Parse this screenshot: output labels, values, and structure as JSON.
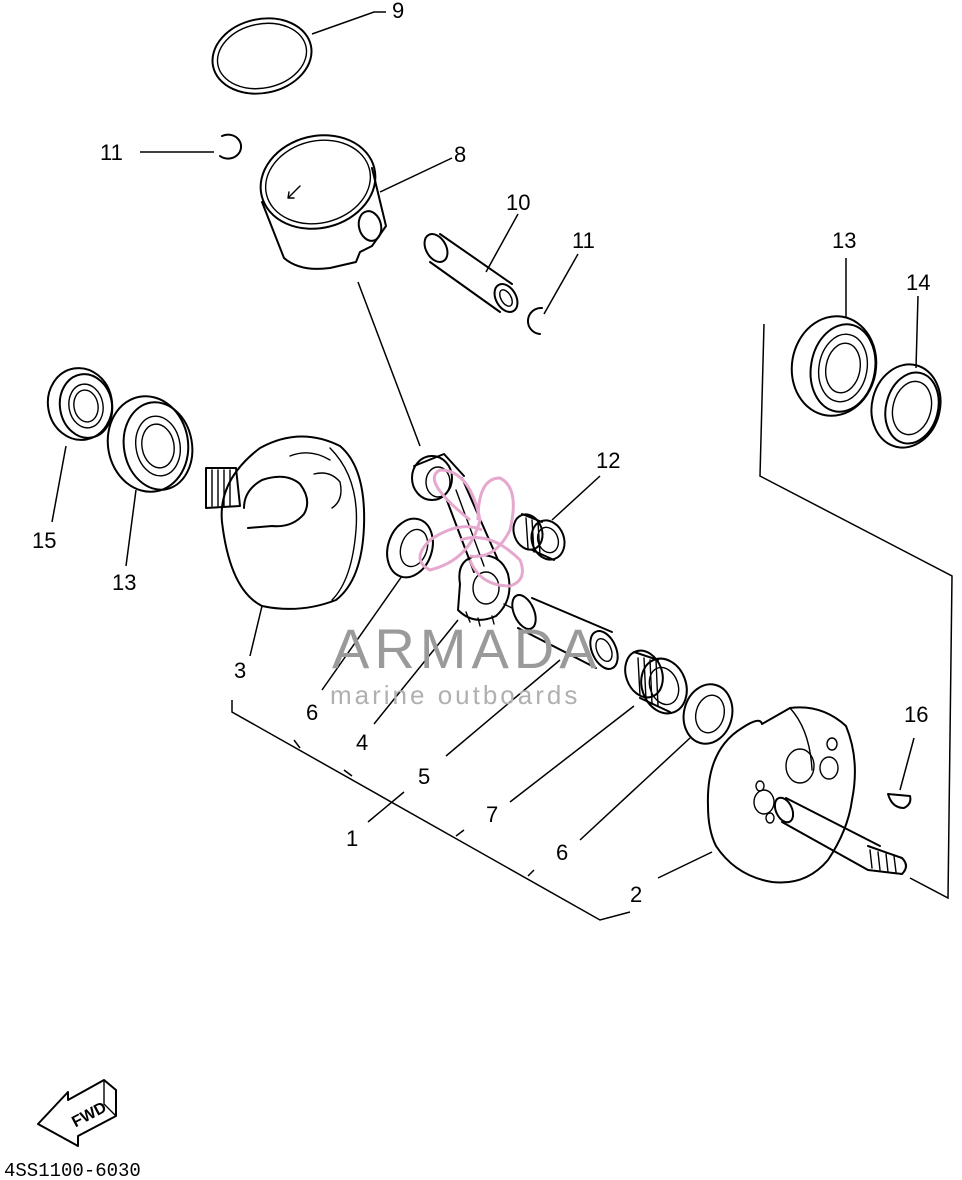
{
  "diagram": {
    "callouts": [
      {
        "id": "c9",
        "label": "9"
      },
      {
        "id": "c11a",
        "label": "11"
      },
      {
        "id": "c8",
        "label": "8"
      },
      {
        "id": "c10",
        "label": "10"
      },
      {
        "id": "c11b",
        "label": "11"
      },
      {
        "id": "c13a",
        "label": "13"
      },
      {
        "id": "c14",
        "label": "14"
      },
      {
        "id": "c12",
        "label": "12"
      },
      {
        "id": "c15",
        "label": "15"
      },
      {
        "id": "c13b",
        "label": "13"
      },
      {
        "id": "c3",
        "label": "3"
      },
      {
        "id": "c6a",
        "label": "6"
      },
      {
        "id": "c4",
        "label": "4"
      },
      {
        "id": "c5",
        "label": "5"
      },
      {
        "id": "c1",
        "label": "1"
      },
      {
        "id": "c7",
        "label": "7"
      },
      {
        "id": "c6b",
        "label": "6"
      },
      {
        "id": "c2",
        "label": "2"
      },
      {
        "id": "c16",
        "label": "16"
      }
    ],
    "fwd_label": "FWD",
    "part_code": "4SS1100-6030"
  },
  "watermark": {
    "brand": "ARMADA",
    "tagline": "marine outboards",
    "color": "#e6a8cf"
  }
}
